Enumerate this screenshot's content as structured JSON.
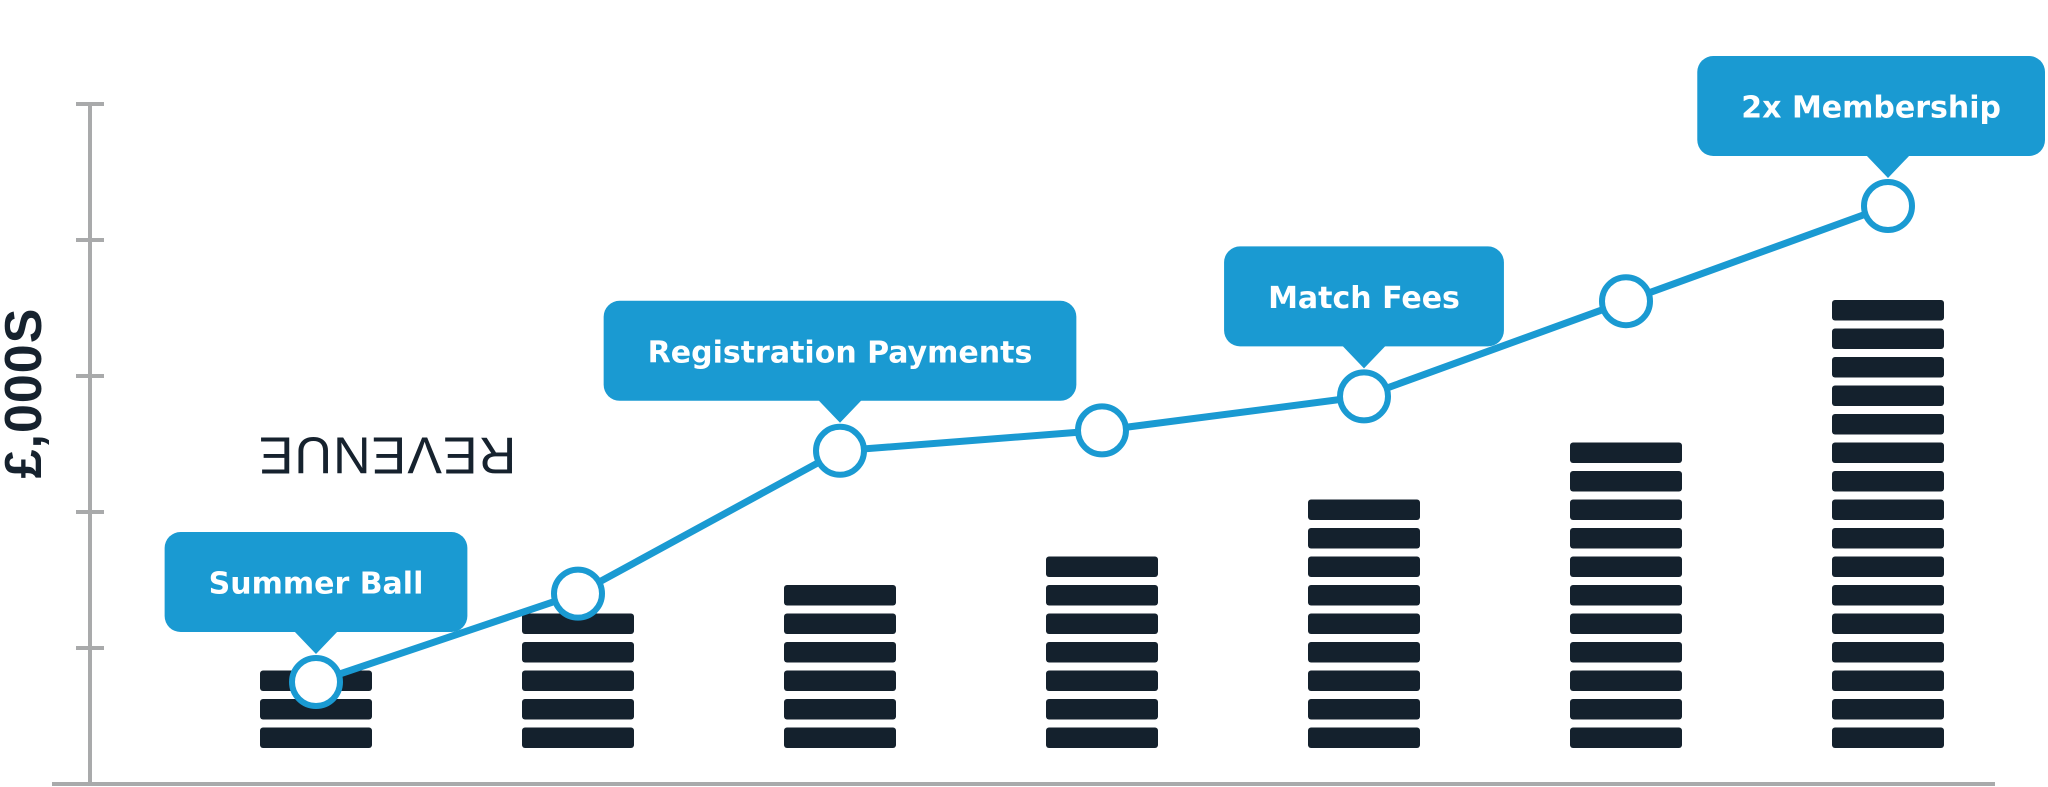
{
  "chart_data": {
    "type": "bar",
    "ylabel_prefix": "REVENUE ",
    "ylabel_emphasis": "£,000S",
    "categories": [
      "",
      "",
      "",
      "",
      "",
      "",
      ""
    ],
    "bar_stacks": [
      3,
      5,
      6,
      7,
      9,
      11,
      16
    ],
    "line_values": [
      1.5,
      2.8,
      4.9,
      5.2,
      5.7,
      7.1,
      8.5
    ],
    "annotations": [
      {
        "index": 0,
        "text": "Summer Ball"
      },
      {
        "index": 2,
        "text": "Registration Payments"
      },
      {
        "index": 4,
        "text": "Match Fees"
      },
      {
        "index": 6,
        "text": "2x Membership"
      }
    ],
    "ylim": [
      0,
      10
    ],
    "yticks": [
      2,
      4,
      6,
      8,
      10
    ],
    "grid": false,
    "colors": {
      "bar": "#14212d",
      "line": "#1a9ad2",
      "callout": "#1a9ad2",
      "axis": "#a9aaab",
      "marker_fill": "#ffffff"
    }
  }
}
